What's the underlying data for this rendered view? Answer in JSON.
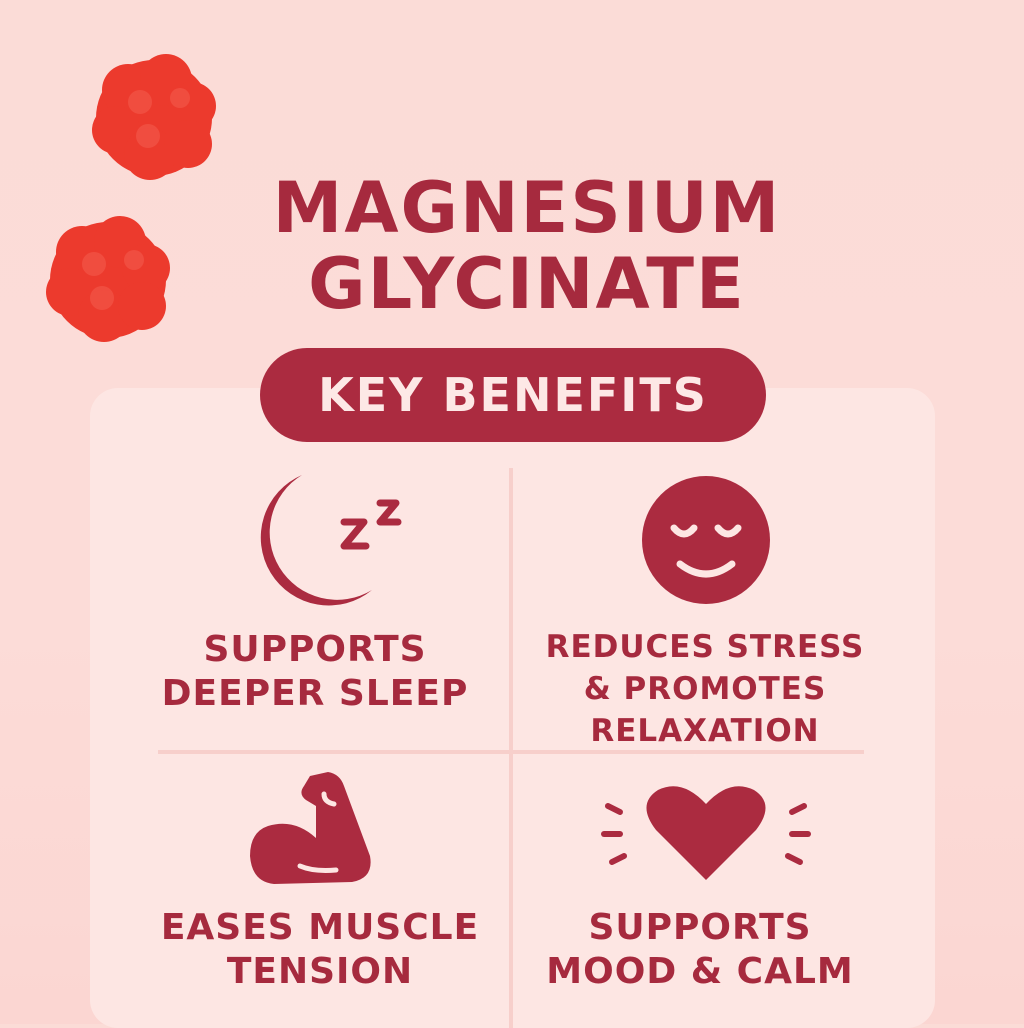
{
  "title": {
    "line1": "MAGNESIUM",
    "line2": "GLYCINATE"
  },
  "badge": {
    "label": "KEY BENEFITS"
  },
  "benefits": [
    {
      "icon": "moon-sleep-icon",
      "line1": "SUPPORTS",
      "line2": "DEEPER SLEEP"
    },
    {
      "icon": "relaxed-face-icon",
      "line1": "REDUCES STRESS",
      "line2": "& PROMOTES",
      "line3": "RELAXATION"
    },
    {
      "icon": "flexed-bicep-icon",
      "line1": "EASES MUSCLE",
      "line2": "TENSION"
    },
    {
      "icon": "heart-icon",
      "line1": "SUPPORTS",
      "line2": "MOOD & CALM"
    }
  ],
  "colors": {
    "accent": "#ab2b40",
    "background": "#fcdcd8",
    "card": "#fde6e3",
    "gummy": "#ee3b2e"
  }
}
